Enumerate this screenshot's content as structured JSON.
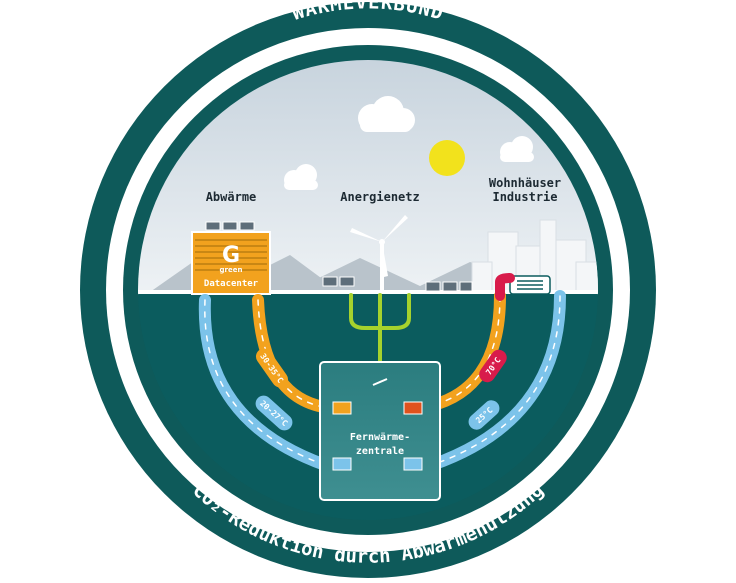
{
  "title": "WÄRMEVERBUND",
  "bottom_caption": "CO₂-Reduktion durch Abwärmenutzung",
  "labels": {
    "waste_heat": "Abwärme",
    "energy_grid": "Anergienetz",
    "residential_line1": "Wohnhäuser",
    "residential_line2": "Industrie",
    "datacenter_logo_letter": "G",
    "datacenter_logo_text": "green",
    "datacenter": "Datacenter",
    "central_line1": "Fernwärme-",
    "central_line2": "zentrale"
  },
  "temperatures": {
    "left_hot": "30-35°C",
    "left_cold": "20-27°C",
    "right_hot": "70°C",
    "right_cold": "25°C"
  },
  "colors": {
    "ring_dark": "#0e5a5a",
    "sea": "#0b5c5e",
    "sky_top": "#cfd9e2",
    "hot_pipe": "#f2a21e",
    "cold_pipe": "#7cc3ea",
    "red_pipe": "#d81b4b",
    "title_text": "#ffffff"
  }
}
